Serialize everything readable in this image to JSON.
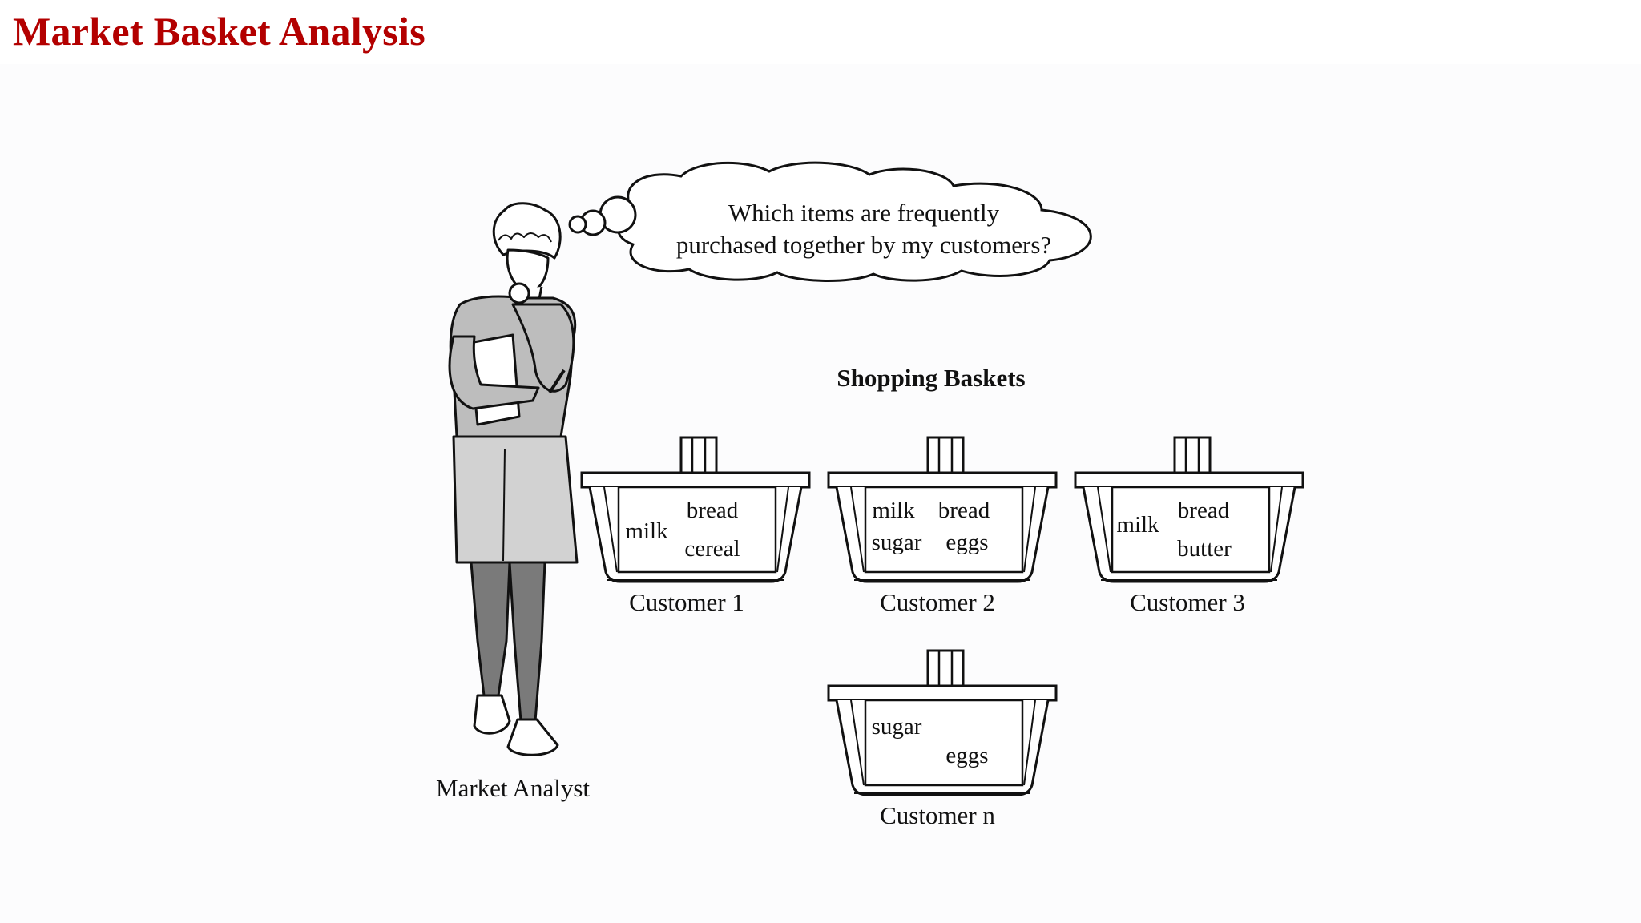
{
  "title": "Market Basket Analysis",
  "thought": {
    "line1": "Which items are frequently",
    "line2": "purchased together by my customers?"
  },
  "baskets_heading": "Shopping Baskets",
  "analyst_label": "Market Analyst",
  "baskets": [
    {
      "customer": "Customer 1",
      "items": [
        "bread",
        "milk",
        "cereal"
      ]
    },
    {
      "customer": "Customer 2",
      "items": [
        "milk",
        "bread",
        "sugar",
        "eggs"
      ]
    },
    {
      "customer": "Customer 3",
      "items": [
        "bread",
        "milk",
        "butter"
      ]
    },
    {
      "customer": "Customer n",
      "items": [
        "sugar",
        "eggs"
      ]
    }
  ],
  "colors": {
    "title": "#b30000",
    "figure_ink": "#111111"
  }
}
